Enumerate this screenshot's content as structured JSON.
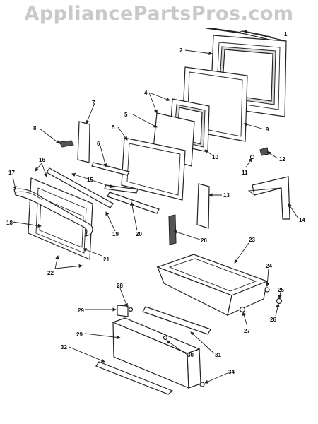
{
  "watermark": "AppliancePartsPros.com",
  "callouts": [
    "1",
    "2",
    "4",
    "5",
    "5",
    "6",
    "7",
    "8",
    "9",
    "10",
    "11",
    "12",
    "13",
    "14",
    "15",
    "16",
    "17",
    "18",
    "19",
    "20",
    "20",
    "21",
    "22",
    "23",
    "24",
    "25",
    "26",
    "27",
    "28",
    "29",
    "29",
    "30",
    "31",
    "32",
    "34"
  ]
}
